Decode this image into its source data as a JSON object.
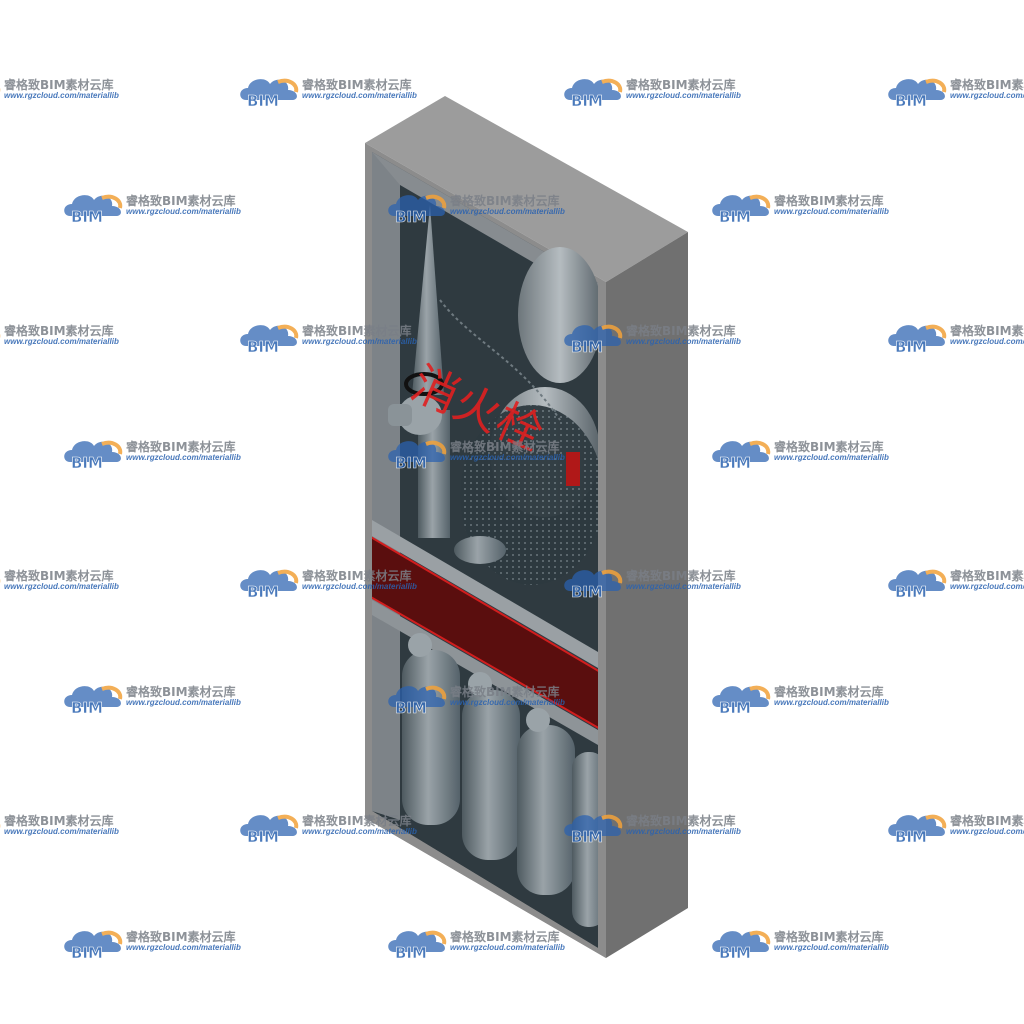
{
  "scene": {
    "cabinet_sign_text": "消火栓"
  },
  "watermark": {
    "title": "睿格致BIM素材云库",
    "url": "www.rgzcloud.com/materiallib",
    "logo_text": "BIM"
  },
  "colors": {
    "cabinet_frame": "#8c8c8c",
    "cabinet_side": "#6f6f6f",
    "cabinet_top": "#9c9c9c",
    "interior": "#2f3a40",
    "red_panel": "#5a0e0e",
    "red_sign": "#e02020",
    "watermark_blue": "#2a62b0",
    "watermark_orange": "#f2a23a",
    "watermark_gray": "#7a7f87"
  }
}
